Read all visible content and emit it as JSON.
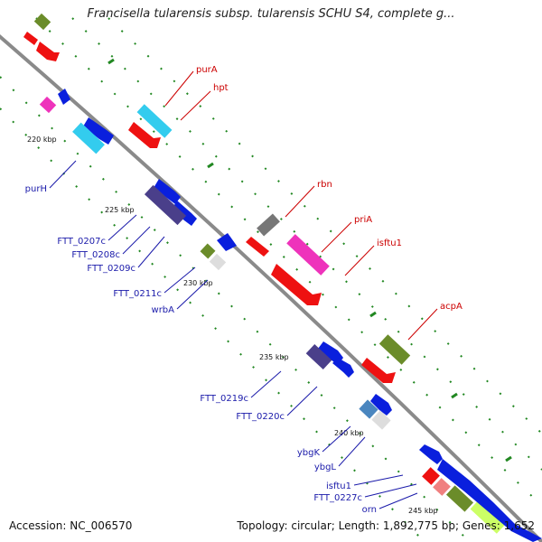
{
  "title": "Francisella tularensis subsp. tularensis SCHU S4, complete g...",
  "footer": {
    "accession_label": "Accession: NC_006570",
    "topology_label": "Topology: circular; Length: 1,892,775 bp; Genes: 1,652"
  },
  "scale_labels": [
    "220 kbp",
    "225 kbp",
    "230 kbp",
    "235 kbp",
    "240 kbp",
    "245 kbp"
  ],
  "gene_labels": [
    {
      "text": "purA",
      "color": "#cc0000",
      "side": "right"
    },
    {
      "text": "hpt",
      "color": "#cc0000",
      "side": "right"
    },
    {
      "text": "rbn",
      "color": "#cc0000",
      "side": "right"
    },
    {
      "text": "priA",
      "color": "#cc0000",
      "side": "right"
    },
    {
      "text": "isftu1",
      "color": "#cc0000",
      "side": "right"
    },
    {
      "text": "acpA",
      "color": "#cc0000",
      "side": "right"
    },
    {
      "text": "purH",
      "color": "#1a1aaa",
      "side": "left"
    },
    {
      "text": "FTT_0207c",
      "color": "#1a1aaa",
      "side": "left"
    },
    {
      "text": "FTT_0208c",
      "color": "#1a1aaa",
      "side": "left"
    },
    {
      "text": "FTT_0209c",
      "color": "#1a1aaa",
      "side": "left"
    },
    {
      "text": "FTT_0211c",
      "color": "#1a1aaa",
      "side": "left"
    },
    {
      "text": "wrbA",
      "color": "#1a1aaa",
      "side": "left"
    },
    {
      "text": "FTT_0219c",
      "color": "#1a1aaa",
      "side": "left"
    },
    {
      "text": "FTT_0220c",
      "color": "#1a1aaa",
      "side": "left"
    },
    {
      "text": "ybgK",
      "color": "#1a1aaa",
      "side": "left"
    },
    {
      "text": "ybgL",
      "color": "#1a1aaa",
      "side": "left"
    },
    {
      "text": "isftu1",
      "color": "#1a1aaa",
      "side": "left"
    },
    {
      "text": "FTT_0227c",
      "color": "#1a1aaa",
      "side": "left"
    },
    {
      "text": "orn",
      "color": "#1a1aaa",
      "side": "left"
    }
  ],
  "colors": {
    "backbone": "#8a8a8a",
    "forward_gene": "#ee1111",
    "reverse_gene": "#0a1fdd",
    "cog_cyan": "#33ccee",
    "cog_pink": "#ee33bb",
    "cog_olive": "#6b8c2a",
    "cog_gray": "#777777",
    "cog_purple": "#4a3f8a",
    "cog_steel": "#4a86bf",
    "tick_green": "#228822"
  }
}
